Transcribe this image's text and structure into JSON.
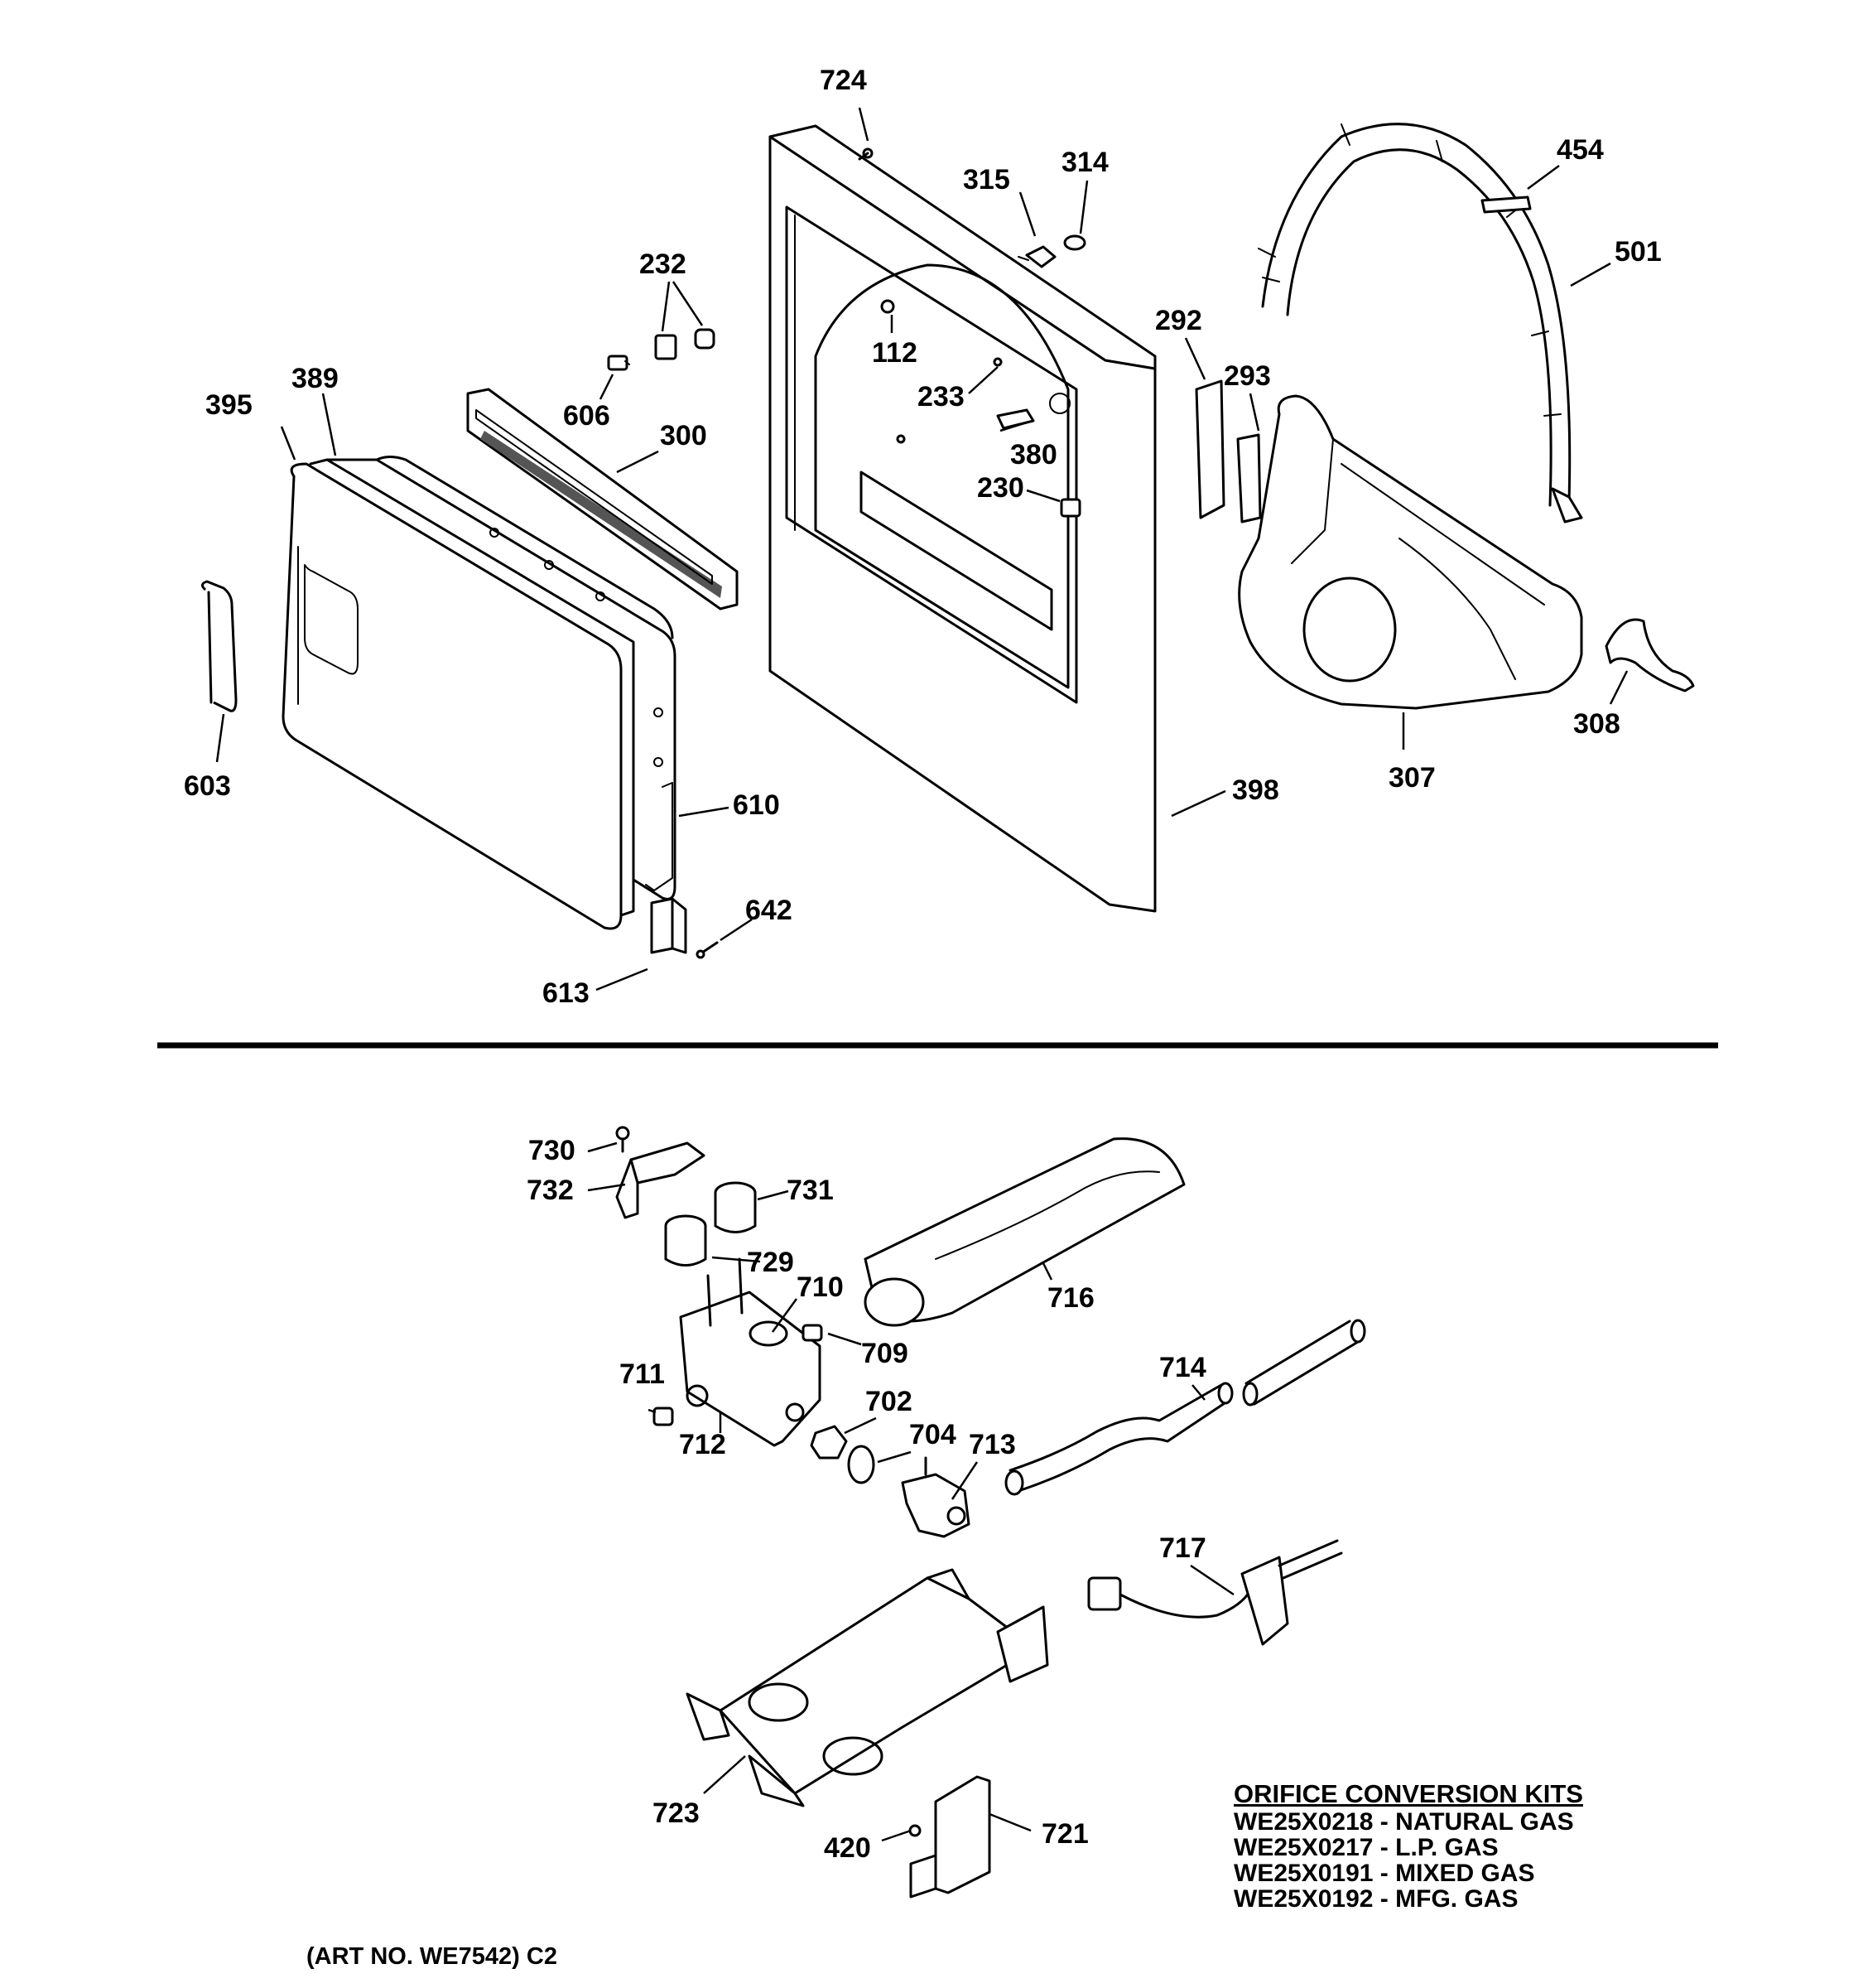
{
  "part_labels": [
    {
      "id": "724",
      "text": "724"
    },
    {
      "id": "314",
      "text": "314"
    },
    {
      "id": "315",
      "text": "315"
    },
    {
      "id": "454",
      "text": "454"
    },
    {
      "id": "501",
      "text": "501"
    },
    {
      "id": "232",
      "text": "232"
    },
    {
      "id": "112",
      "text": "112"
    },
    {
      "id": "292",
      "text": "292"
    },
    {
      "id": "293",
      "text": "293"
    },
    {
      "id": "395",
      "text": "395"
    },
    {
      "id": "389",
      "text": "389"
    },
    {
      "id": "606",
      "text": "606"
    },
    {
      "id": "300",
      "text": "300"
    },
    {
      "id": "233",
      "text": "233"
    },
    {
      "id": "380",
      "text": "380"
    },
    {
      "id": "230",
      "text": "230"
    },
    {
      "id": "308",
      "text": "308"
    },
    {
      "id": "307",
      "text": "307"
    },
    {
      "id": "603",
      "text": "603"
    },
    {
      "id": "610",
      "text": "610"
    },
    {
      "id": "398",
      "text": "398"
    },
    {
      "id": "642",
      "text": "642"
    },
    {
      "id": "613",
      "text": "613"
    },
    {
      "id": "730",
      "text": "730"
    },
    {
      "id": "732",
      "text": "732"
    },
    {
      "id": "731",
      "text": "731"
    },
    {
      "id": "729",
      "text": "729"
    },
    {
      "id": "710",
      "text": "710"
    },
    {
      "id": "716",
      "text": "716"
    },
    {
      "id": "709",
      "text": "709"
    },
    {
      "id": "714",
      "text": "714"
    },
    {
      "id": "711",
      "text": "711"
    },
    {
      "id": "702",
      "text": "702"
    },
    {
      "id": "704",
      "text": "704"
    },
    {
      "id": "713",
      "text": "713"
    },
    {
      "id": "712",
      "text": "712"
    },
    {
      "id": "717",
      "text": "717"
    },
    {
      "id": "723",
      "text": "723"
    },
    {
      "id": "420",
      "text": "420"
    },
    {
      "id": "721",
      "text": "721"
    }
  ],
  "orifice_kits": {
    "title": "ORIFICE CONVERSION KITS",
    "rows": [
      {
        "part_no": "WE25X0218",
        "description": "NATURAL GAS"
      },
      {
        "part_no": "WE25X0217",
        "description": "L.P. GAS"
      },
      {
        "part_no": "WE25X0191",
        "description": "MIXED GAS"
      },
      {
        "part_no": "WE25X0192",
        "description": "MFG. GAS"
      }
    ]
  },
  "art_number": "(ART NO. WE7542) C2"
}
